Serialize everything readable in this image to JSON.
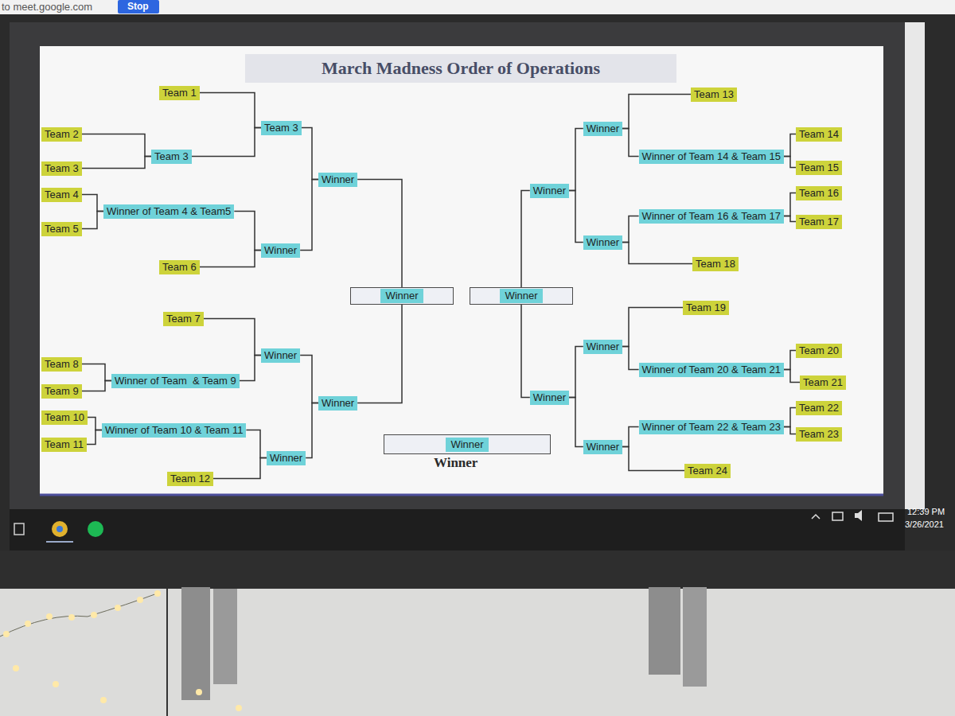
{
  "diagram": {
    "title": "March Madness Order of Operations",
    "nodes": [
      {
        "text": [
          "Team 1"
        ]
      },
      {
        "text": [
          "Team 3"
        ]
      },
      {
        "text": [
          "Team 2"
        ]
      },
      {
        "text": [
          "Team 3"
        ]
      },
      {
        "text": [
          "Team 3"
        ]
      },
      {
        "text": [
          "Team 4"
        ]
      },
      {
        "text": [
          "Winner of Team 4 & Team5"
        ]
      },
      {
        "text": [
          "Team 5"
        ]
      },
      {
        "text": [
          "Team 6"
        ]
      },
      {
        "text": [
          "Winner"
        ]
      },
      {
        "text": [
          "Winner"
        ]
      },
      {
        "text": [
          "Team 7"
        ]
      },
      {
        "text": [
          "Winner"
        ]
      },
      {
        "text": [
          "Team 8"
        ]
      },
      {
        "text": [
          "Winner of Team  & Team 9"
        ]
      },
      {
        "text": [
          "Team 9"
        ]
      },
      {
        "text": [
          "Team 10"
        ]
      },
      {
        "text": [
          "Winner of Team 10 & Team 11"
        ]
      },
      {
        "text": [
          "Team 11"
        ]
      },
      {
        "text": [
          "Winner"
        ]
      },
      {
        "text": [
          "Team 12"
        ]
      },
      {
        "text": [
          "Winner"
        ]
      },
      {
        "text": [
          "Winner"
        ]
      },
      {
        "text": [
          "Team 13"
        ]
      },
      {
        "text": [
          "Winner"
        ]
      },
      {
        "text": [
          "Team 14"
        ]
      },
      {
        "text": [
          "Winner of Team 14 & Team 15"
        ]
      },
      {
        "text": [
          "Team 15"
        ]
      },
      {
        "text": [
          "Team 16"
        ]
      },
      {
        "text": [
          "Winner of Team 16 & Team 17"
        ]
      },
      {
        "text": [
          "Team 17"
        ]
      },
      {
        "text": [
          "Winner"
        ]
      },
      {
        "text": [
          "Team 18"
        ]
      },
      {
        "text": [
          "Winner"
        ]
      },
      {
        "text": [
          "Team 19"
        ]
      },
      {
        "text": [
          "Winner"
        ]
      },
      {
        "text": [
          "Team 20"
        ]
      },
      {
        "text": [
          "Winner of Team 20 & Team 21"
        ]
      },
      {
        "text": [
          "Team 21"
        ]
      },
      {
        "text": [
          "Team 22"
        ]
      },
      {
        "text": [
          "Winner of Team 22 & Team 23"
        ]
      },
      {
        "text": [
          "Team 23"
        ]
      },
      {
        "text": [
          "Winner"
        ]
      },
      {
        "text": [
          "Team 24"
        ]
      },
      {
        "text": [
          "Winner"
        ]
      },
      {
        "text": [
          "Winner"
        ]
      },
      {
        "text": [
          "Winner"
        ]
      }
    ],
    "edges": [
      {
        "from": 2,
        "to": 3,
        "arrow": "none"
      },
      {
        "from": 4,
        "to": 3,
        "arrow": "none"
      },
      {
        "from": 0,
        "to": 1,
        "arrow": "none"
      },
      {
        "from": 3,
        "to": 1,
        "arrow": "none"
      },
      {
        "from": 5,
        "to": 6,
        "arrow": "none"
      },
      {
        "from": 7,
        "to": 6,
        "arrow": "none"
      },
      {
        "from": 6,
        "to": 9,
        "arrow": "none"
      },
      {
        "from": 8,
        "to": 9,
        "arrow": "none"
      },
      {
        "from": 1,
        "to": 10,
        "arrow": "none"
      },
      {
        "from": 9,
        "to": 10,
        "arrow": "none"
      },
      {
        "from": 13,
        "to": 14,
        "arrow": "none"
      },
      {
        "from": 15,
        "to": 14,
        "arrow": "none"
      },
      {
        "from": 16,
        "to": 17,
        "arrow": "none"
      },
      {
        "from": 18,
        "to": 17,
        "arrow": "none"
      },
      {
        "from": 11,
        "to": 12,
        "arrow": "none"
      },
      {
        "from": 14,
        "to": 12,
        "arrow": "none"
      },
      {
        "from": 17,
        "to": 19,
        "arrow": "none"
      },
      {
        "from": 20,
        "to": 19,
        "arrow": "none"
      },
      {
        "from": 12,
        "to": 21,
        "arrow": "none"
      },
      {
        "from": 19,
        "to": 21,
        "arrow": "none"
      },
      {
        "from": 10,
        "to": 22,
        "arrow": "none"
      },
      {
        "from": 21,
        "to": 22,
        "arrow": "none"
      },
      {
        "from": 25,
        "to": 26,
        "arrow": "none"
      },
      {
        "from": 27,
        "to": 26,
        "arrow": "none"
      },
      {
        "from": 23,
        "to": 24,
        "arrow": "none"
      },
      {
        "from": 26,
        "to": 24,
        "arrow": "none"
      },
      {
        "from": 28,
        "to": 29,
        "arrow": "none"
      },
      {
        "from": 30,
        "to": 29,
        "arrow": "none"
      },
      {
        "from": 29,
        "to": 31,
        "arrow": "none"
      },
      {
        "from": 32,
        "to": 31,
        "arrow": "none"
      },
      {
        "from": 24,
        "to": 33,
        "arrow": "none"
      },
      {
        "from": 31,
        "to": 33,
        "arrow": "none"
      },
      {
        "from": 36,
        "to": 37,
        "arrow": "none"
      },
      {
        "from": 38,
        "to": 37,
        "arrow": "none"
      },
      {
        "from": 34,
        "to": 35,
        "arrow": "none"
      },
      {
        "from": 37,
        "to": 35,
        "arrow": "none"
      },
      {
        "from": 39,
        "to": 40,
        "arrow": "none"
      },
      {
        "from": 41,
        "to": 40,
        "arrow": "none"
      },
      {
        "from": 40,
        "to": 42,
        "arrow": "none"
      },
      {
        "from": 43,
        "to": 42,
        "arrow": "none"
      },
      {
        "from": 35,
        "to": 44,
        "arrow": "none"
      },
      {
        "from": 42,
        "to": 44,
        "arrow": "none"
      },
      {
        "from": 33,
        "to": 45,
        "arrow": "none"
      },
      {
        "from": 44,
        "to": 45,
        "arrow": "none"
      }
    ],
    "labels": [
      "to meet.google.com",
      "Stop",
      "Winner",
      "12:39 PM",
      "3/26/2021"
    ]
  }
}
